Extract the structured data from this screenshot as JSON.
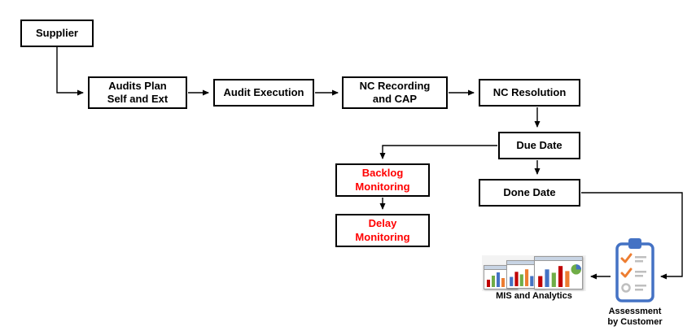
{
  "nodes": {
    "supplier": {
      "label": "Supplier"
    },
    "audits_plan": {
      "label": "Audits Plan\nSelf and Ext"
    },
    "audit_execution": {
      "label": "Audit Execution"
    },
    "nc_recording": {
      "label": "NC Recording\nand CAP"
    },
    "nc_resolution": {
      "label": "NC Resolution"
    },
    "due_date": {
      "label": "Due Date"
    },
    "backlog_monitoring": {
      "label": "Backlog\nMonitoring"
    },
    "done_date": {
      "label": "Done Date"
    },
    "delay_monitoring": {
      "label": "Delay\nMonitoring"
    }
  },
  "captions": {
    "mis": {
      "label": "MIS and Analytics"
    },
    "assessment": {
      "label": "Assessment\nby Customer"
    }
  },
  "colors": {
    "box_border": "#000000",
    "box_fill": "#FFFFFF",
    "text": "#000000",
    "alert_text": "#FF0000",
    "clipboard_blue": "#4472C4",
    "check_orange": "#ED7D31",
    "detail_gray": "#BFBFBF",
    "chart_red": "#C00000",
    "chart_green": "#70AD47",
    "chart_blue": "#4472C4",
    "chart_orange": "#ED7D31"
  },
  "icons": {
    "assessment_clipboard": "clipboard-checklist-icon",
    "mis_screens": "chart-window-screenshots-icon"
  }
}
